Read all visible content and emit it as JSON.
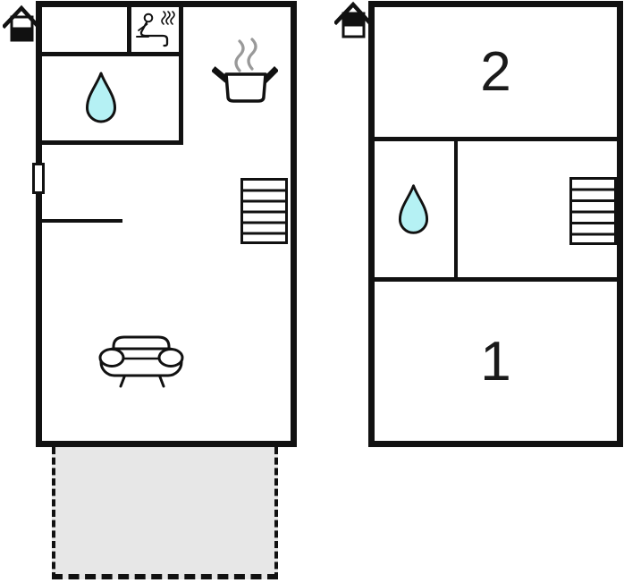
{
  "diagram_type": "vacation-home-floor-plan",
  "colors": {
    "wall": "#111111",
    "background": "#ffffff",
    "water_drop_fill": "#b5f1f4",
    "terrace_fill": "#e7e7e7",
    "steam_gray": "#999999",
    "label_text": "#1a1a1a"
  },
  "labels": {
    "room1": "1",
    "room2": "2"
  },
  "units": [
    {
      "id": "ground-floor",
      "level_icon": "house-level-icon-lower-half-filled",
      "features": [
        "sauna-person-icon",
        "water-drop-icon",
        "cooking-pot-steam-icon",
        "stairs-icon",
        "sofa-icon",
        "window-on-left-wall",
        "terrace-dashed-gray-area"
      ]
    },
    {
      "id": "upper-floor",
      "level_icon": "house-level-icon-upper-half-filled",
      "features": [
        "water-drop-icon",
        "stairs-icon"
      ],
      "room_labels": [
        "2",
        "1"
      ]
    }
  ]
}
